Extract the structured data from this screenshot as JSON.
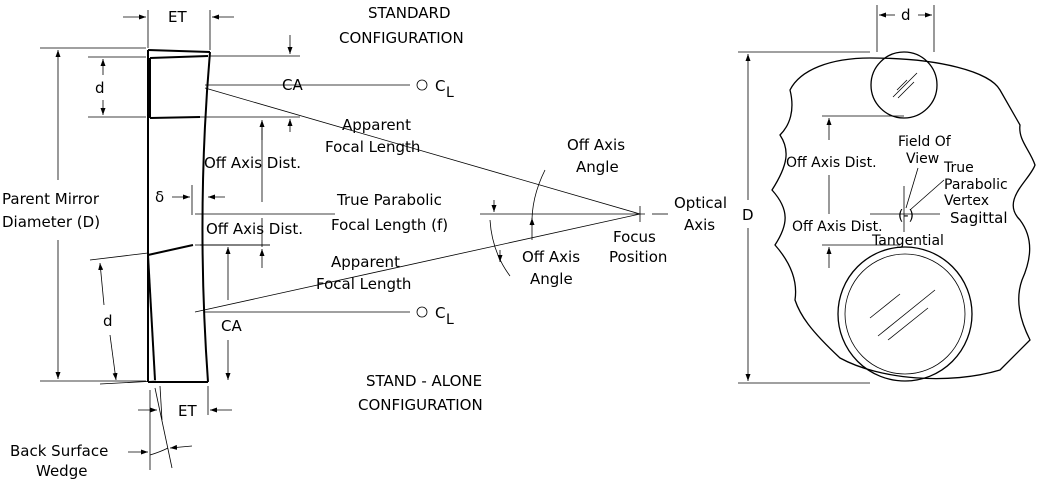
{
  "left_labels": {
    "et_top": "ET",
    "title_std_1": "STANDARD",
    "title_std_2": "CONFIGURATION",
    "d_top": "d",
    "ca_top": "CA",
    "cl_top": "C",
    "cl_top_sub": "L",
    "apparent_fl_top_1": "Apparent",
    "apparent_fl_top_2": "Focal Length",
    "off_axis_dist_top": "Off Axis Dist.",
    "parent_mirror_1": "Parent Mirror",
    "parent_mirror_2": "Diameter (D)",
    "delta": "δ",
    "true_parabolic_1": "True Parabolic",
    "true_parabolic_2": "Focal Length (f)",
    "off_axis_dist_bottom": "Off Axis Dist.",
    "off_axis_angle_top_1": "Off Axis",
    "off_axis_angle_top_2": "Angle",
    "optical_axis_1": "Optical",
    "optical_axis_2": "Axis",
    "focus_position_1": "Focus",
    "focus_position_2": "Position",
    "off_axis_angle_bottom_1": "Off Axis",
    "off_axis_angle_bottom_2": "Angle",
    "apparent_fl_bottom_1": "Apparent",
    "apparent_fl_bottom_2": "Focal Length",
    "d_bottom": "d",
    "ca_bottom": "CA",
    "cl_bottom": "C",
    "cl_bottom_sub": "L",
    "title_sa_1": "STAND - ALONE",
    "title_sa_2": "CONFIGURATION",
    "et_bottom": "ET",
    "back_wedge_1": "Back Surface",
    "back_wedge_2": "Wedge"
  },
  "right_labels": {
    "d_top": "d",
    "D_right": "D",
    "field_of_view_1": "Field Of",
    "field_of_view_2": "View",
    "off_axis_dist_1": "Off Axis Dist.",
    "true_parabolic_vertex_1": "True",
    "true_parabolic_vertex_2": "Parabolic",
    "true_parabolic_vertex_3": "Vertex",
    "off_axis_dist_2": "Off Axis Dist.",
    "sagittal": "Sagittal",
    "tangential": "Tangential"
  }
}
